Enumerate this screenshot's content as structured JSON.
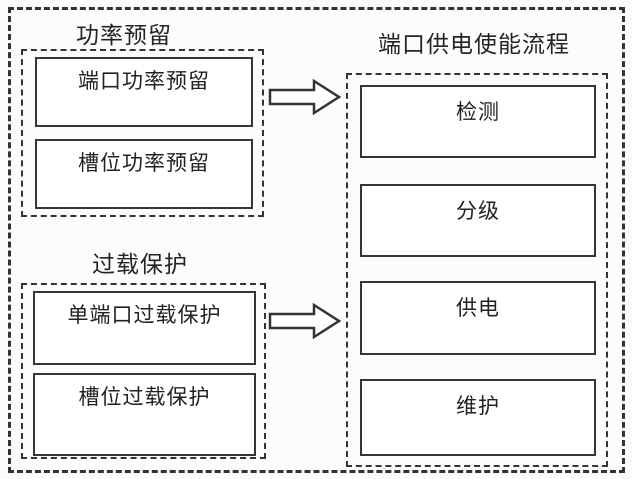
{
  "diagram": {
    "figure_type": "block-diagram",
    "left_groups": [
      {
        "label": "功率预留",
        "items": [
          {
            "label": "端口功率预留"
          },
          {
            "label": "槽位功率预留"
          }
        ]
      },
      {
        "label": "过载保护",
        "items": [
          {
            "label": "单端口过载保护"
          },
          {
            "label": "槽位过载保护"
          }
        ]
      }
    ],
    "right_group": {
      "label": "端口供电使能流程",
      "items": [
        {
          "label": "检测"
        },
        {
          "label": "分级"
        },
        {
          "label": "供电"
        },
        {
          "label": "维护"
        }
      ]
    },
    "arrows": [
      {
        "from": "功率预留",
        "to": "端口供电使能流程",
        "direction": "right"
      },
      {
        "from": "过载保护",
        "to": "端口供电使能流程",
        "direction": "right"
      }
    ],
    "colors": {
      "line": "#333333",
      "box_fill": "#ffffff",
      "background": "#fcfcfb",
      "text": "#222222"
    }
  }
}
